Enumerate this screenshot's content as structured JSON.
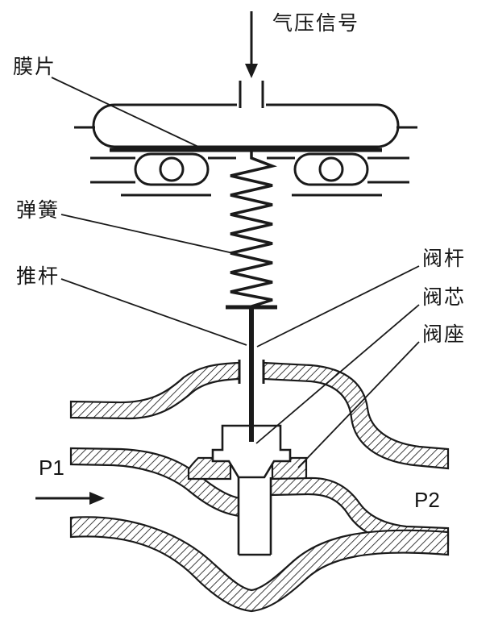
{
  "figure": {
    "labels": {
      "signal": "气压信号",
      "diaphragm": "膜片",
      "spring": "弹簧",
      "push_rod": "推杆",
      "valve_stem": "阀杆",
      "valve_plug": "阀芯",
      "valve_seat": "阀座",
      "pressure_in": "P1",
      "pressure_out": "P2"
    },
    "colors": {
      "line": "#1a1a1a",
      "background": "#ffffff"
    }
  }
}
